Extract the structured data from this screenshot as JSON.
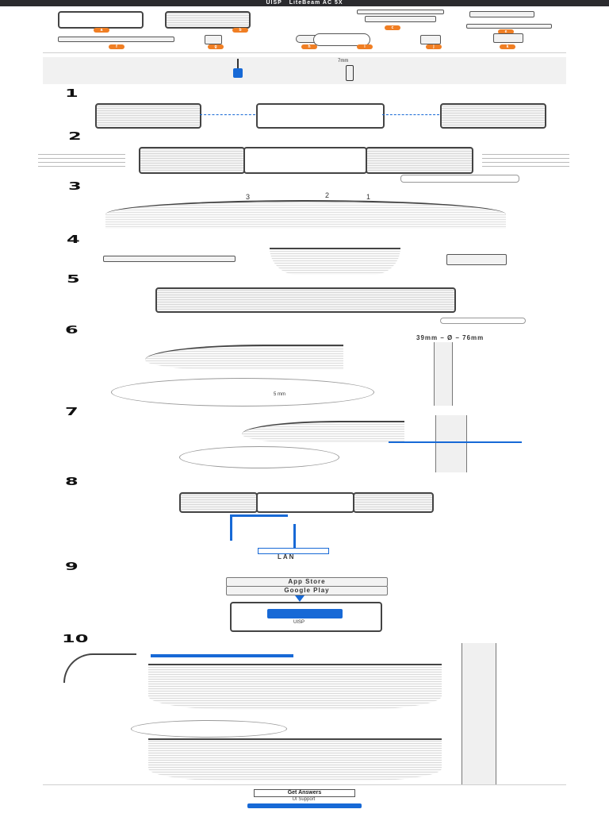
{
  "header": {
    "brand": "UISP",
    "product": "LiteBeam AC 5X"
  },
  "parts": [
    {
      "id": "a"
    },
    {
      "id": "b"
    },
    {
      "id": "c"
    },
    {
      "id": "d"
    },
    {
      "id": "e"
    },
    {
      "id": "f"
    },
    {
      "id": "g"
    },
    {
      "id": "h"
    },
    {
      "id": "i"
    },
    {
      "id": "j"
    },
    {
      "id": "k"
    }
  ],
  "tools": {
    "wrench_size": "7mm"
  },
  "steps": [
    "1",
    "2",
    "3",
    "4",
    "5",
    "6",
    "7",
    "8",
    "9",
    "10"
  ],
  "step3_labels": [
    "3",
    "2",
    "1"
  ],
  "step6": {
    "pole_range": "39mm – Ø – 76mm",
    "gap": "5 mm"
  },
  "step8": {
    "lan_label": "LAN"
  },
  "step9": {
    "app_store": "App Store",
    "google_play": "Google Play",
    "app_name": "UISP"
  },
  "footer": {
    "title": "Get Answers",
    "subtitle": "UI Support",
    "link": "ui.com/support"
  },
  "colors": {
    "accent": "#f07e23",
    "brand_blue": "#1769d6",
    "dark": "#2b2b2e"
  }
}
